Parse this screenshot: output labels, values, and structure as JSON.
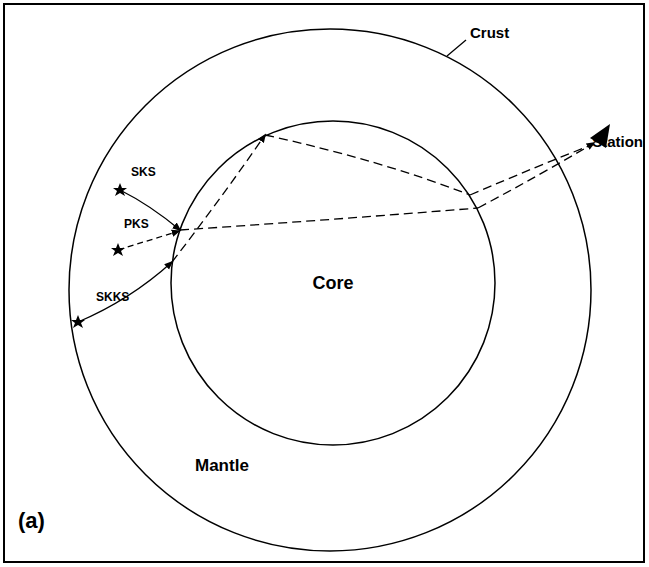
{
  "diagram": {
    "nodes": [
      {
        "text": [
          "Mantle"
        ]
      },
      {
        "text": [
          "Core"
        ],
        "in": 0
      }
    ],
    "labels": [
      "Crust",
      "Station",
      "SKS",
      "PKS",
      "SKKS",
      "(a)"
    ]
  }
}
